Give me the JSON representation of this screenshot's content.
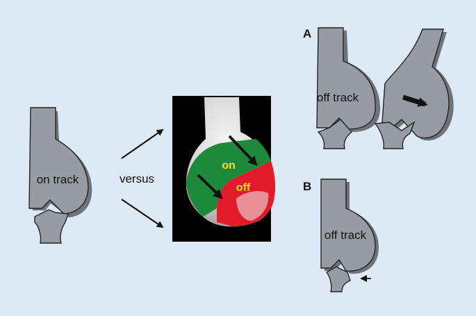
{
  "labels": {
    "on_track": "on track",
    "versus": "versus",
    "on": "on",
    "off": "off",
    "off_track_a": "off track",
    "off_track_b": "off track",
    "panel_a": "A",
    "panel_b": "B"
  },
  "colors": {
    "background": "#dde9f4",
    "bone": "#979ca2",
    "on_zone": "#1c8a3a",
    "off_zone": "#e11b2a",
    "zone_text": "#f4e600"
  }
}
